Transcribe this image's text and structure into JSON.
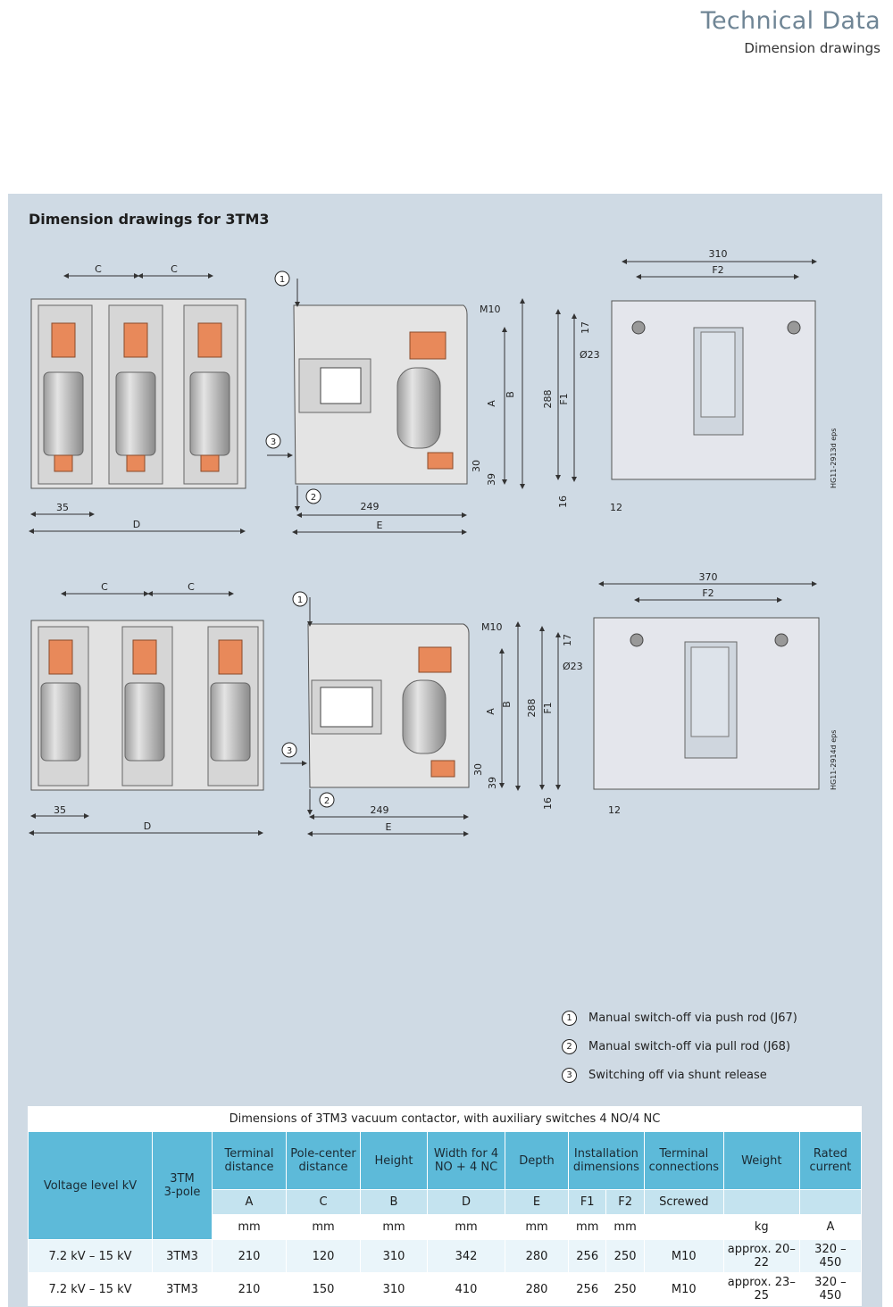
{
  "header": {
    "title": "Technical Data",
    "subtitle": "Dimension drawings"
  },
  "panel": {
    "title": "Dimension drawings for 3TM3"
  },
  "drawing_labels": {
    "C": "C",
    "D": "D",
    "E": "E",
    "A": "A",
    "B": "B",
    "F1": "F1",
    "F2": "F2",
    "d35": "35",
    "d249": "249",
    "d30": "30",
    "d39": "39",
    "m10": "M10",
    "d310": "310",
    "d370": "370",
    "d288": "288",
    "d17": "17",
    "d23": "Ø23",
    "d16": "16",
    "d12": "12",
    "ref1": "HG11-2913d eps",
    "ref2": "HG11-2914d eps",
    "n1": "1",
    "n2": "2",
    "n3": "3"
  },
  "legend": [
    {
      "num": "1",
      "text": "Manual switch-off via push rod (J67)"
    },
    {
      "num": "2",
      "text": "Manual switch-off via pull rod (J68)"
    },
    {
      "num": "3",
      "text": "Switching off via shunt release"
    }
  ],
  "table": {
    "caption": "Dimensions of 3TM3 vacuum contactor, with auxiliary switches 4 NO/4 NC",
    "col_voltage": "Voltage level kV",
    "col_type": "3TM\n3-pole",
    "headers": [
      "Terminal distance",
      "Pole-center distance",
      "Height",
      "Width for 4 NO + 4 NC",
      "Depth",
      "Installation dimensions",
      "Terminal connections",
      "Weight",
      "Rated current"
    ],
    "letters": [
      "A",
      "C",
      "B",
      "D",
      "E",
      "F1",
      "F2",
      "Screwed",
      "",
      ""
    ],
    "units": [
      "mm",
      "mm",
      "mm",
      "mm",
      "mm",
      "mm",
      "mm",
      "",
      "kg",
      "A"
    ],
    "rows": [
      {
        "voltage": "7.2 kV – 15 kV",
        "type": "3TM3",
        "A": "210",
        "C": "120",
        "B": "310",
        "D": "342",
        "E": "280",
        "F1": "256",
        "F2": "250",
        "conn": "M10",
        "weight": "approx. 20–22",
        "current": "320 – 450"
      },
      {
        "voltage": "7.2 kV – 15 kV",
        "type": "3TM3",
        "A": "210",
        "C": "150",
        "B": "310",
        "D": "410",
        "E": "280",
        "F1": "256",
        "F2": "250",
        "conn": "M10",
        "weight": "approx. 23–25",
        "current": "320 – 450"
      }
    ]
  }
}
